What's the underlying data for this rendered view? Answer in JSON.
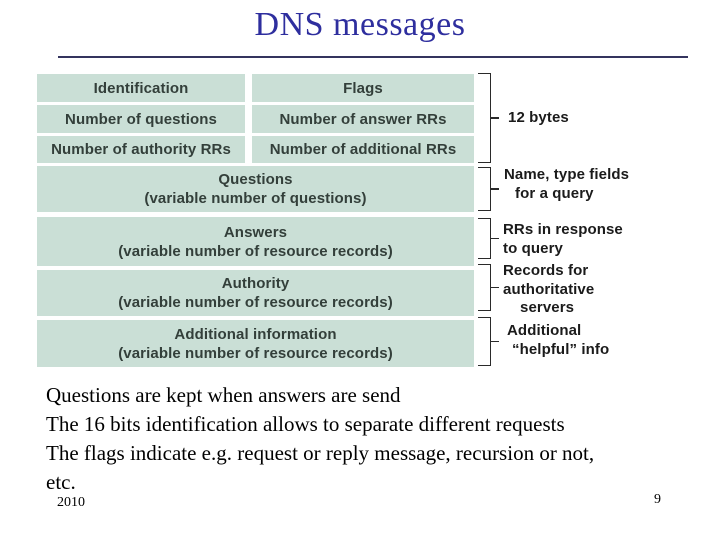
{
  "theme": {
    "cell-bg": "#cadfd6",
    "cell-text": "#333f3a",
    "title-color": "#2e2e9e",
    "rule-color": "#34345e",
    "bracket-color": "#2a2a2a",
    "note-color": "#000000"
  },
  "slide": {
    "title": "DNS messages",
    "footer_year": "2010",
    "page_number": "9"
  },
  "diagram": {
    "grid_rows": [
      {
        "left": "Identification",
        "right": "Flags"
      },
      {
        "left": "Number of questions",
        "right": "Number of answer RRs"
      },
      {
        "left": "Number of authority RRs",
        "right": "Number of additional RRs"
      }
    ],
    "section_rows": [
      {
        "line1": "Questions",
        "line2": "(variable number of questions)"
      },
      {
        "line1": "Answers",
        "line2": "(variable number of resource records)"
      },
      {
        "line1": "Authority",
        "line2": "(variable number of resource records)"
      },
      {
        "line1": "Additional information",
        "line2": "(variable number of resource records)"
      }
    ],
    "annotations": [
      {
        "lines": [
          "12 bytes"
        ]
      },
      {
        "lines": [
          "Name, type fields",
          "for a query"
        ]
      },
      {
        "lines": [
          "RRs in response",
          "to query"
        ]
      },
      {
        "lines": [
          "Records for",
          "authoritative",
          "servers"
        ]
      },
      {
        "lines": [
          "Additional",
          "“helpful” info"
        ]
      }
    ]
  },
  "notes": {
    "lines": [
      "Questions are kept when answers are send",
      "The 16 bits identification allows to separate different requests",
      "The flags indicate e.g. request or reply message, recursion or not,",
      "etc."
    ]
  }
}
